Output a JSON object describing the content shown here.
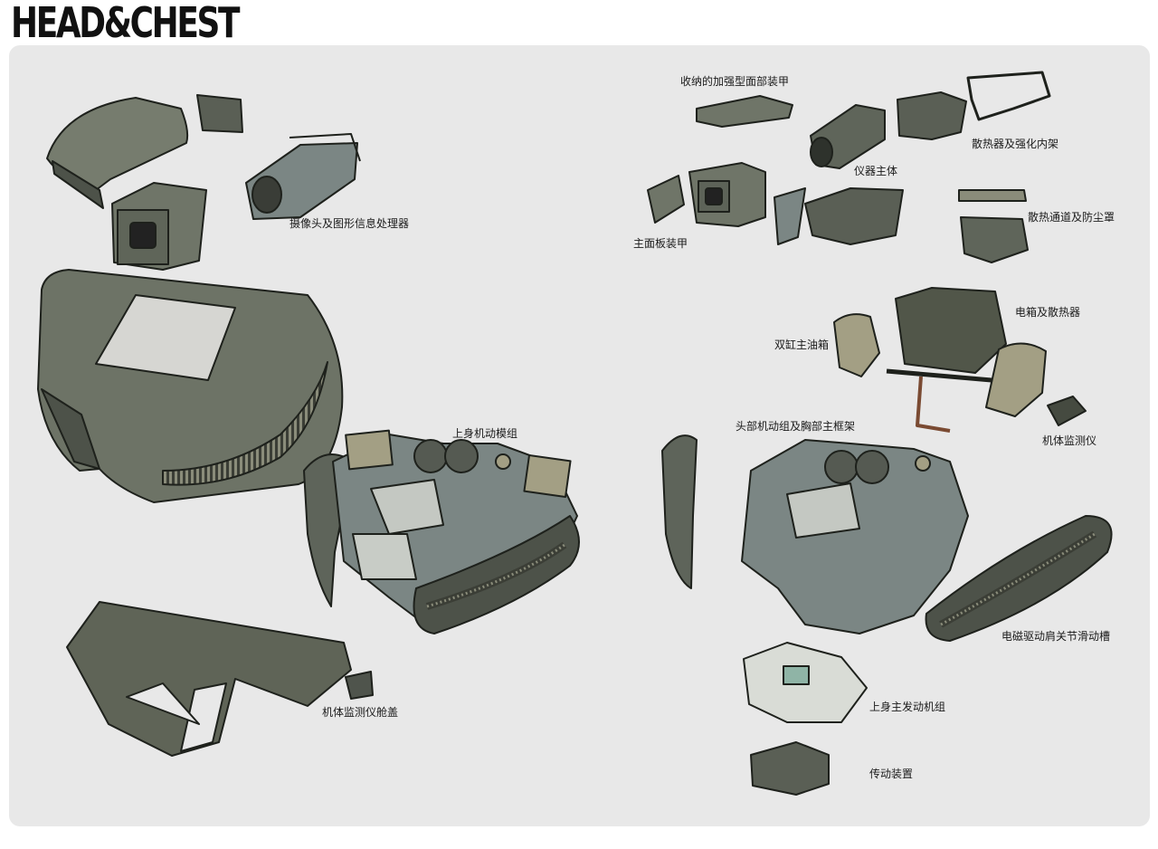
{
  "page_title": "HEAD&CHEST",
  "labels": {
    "camera_processor": "摄像头及图形信息处理器",
    "upper_body_module": "上身机动模组",
    "monitor_hatch": "机体监测仪舱盖",
    "retract_face_armor": "收纳的加强型面部装甲",
    "radiator_frame": "散热器及强化内架",
    "instrument_body": "仪器主体",
    "main_panel_armor": "主面板装甲",
    "cooling_duct_dust_cover": "散热通道及防尘罩",
    "battery_radiator": "电箱及散热器",
    "twin_fuel_tank": "双缸主油箱",
    "head_chest_frame": "头部机动组及胸部主框架",
    "body_monitor": "机体监测仪",
    "em_shoulder_slot": "电磁驱动肩关节滑动槽",
    "upper_engine": "上身主发动机组",
    "transmission": "传动装置"
  },
  "palette": {
    "armor_fill": "#6f7568",
    "armor_dark": "#4d5249",
    "frame_fill": "#7b8684",
    "khaki": "#a39f84",
    "outline": "#1e211c",
    "panel_bg": "#e8e8e8"
  }
}
